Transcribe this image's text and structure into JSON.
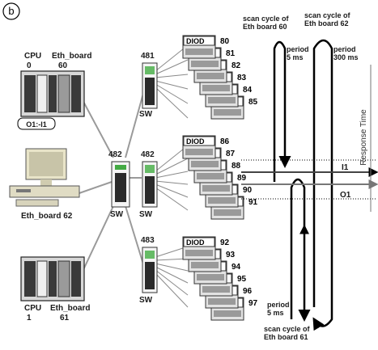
{
  "panel_label": "b",
  "plcs": [
    {
      "cpu_label": "CPU",
      "cpu_no": "0",
      "eth_label": "Eth_board",
      "eth_no": "60",
      "io_tag": "O1:-I1"
    },
    {
      "cpu_label": "CPU",
      "cpu_no": "1",
      "eth_label": "Eth_board",
      "eth_no": "61"
    }
  ],
  "pc_label": "Eth_board  62",
  "switches": [
    {
      "id": "482",
      "label": "SW"
    },
    {
      "id": "481",
      "label": "SW"
    },
    {
      "id": "482",
      "label": "SW"
    },
    {
      "id": "483",
      "label": "SW"
    }
  ],
  "diod_text": "DIOD",
  "diod_groups": [
    [
      "80",
      "81",
      "82",
      "83",
      "84",
      "85"
    ],
    [
      "86",
      "87",
      "88",
      "89",
      "90",
      "91"
    ],
    [
      "92",
      "93",
      "94",
      "95",
      "96",
      "97"
    ]
  ],
  "timing": {
    "left_top": "scan cycle of\nEth board 60",
    "left_period": "period\n5 ms",
    "right_top": "scan cycle of\nEth board 62",
    "right_period": "period\n300 ms",
    "bottom_period": "period\n5 ms",
    "bottom_caption": "scan cycle of\nEth board 61",
    "i1": "I1",
    "o1": "O1",
    "axis": "Response Time"
  }
}
